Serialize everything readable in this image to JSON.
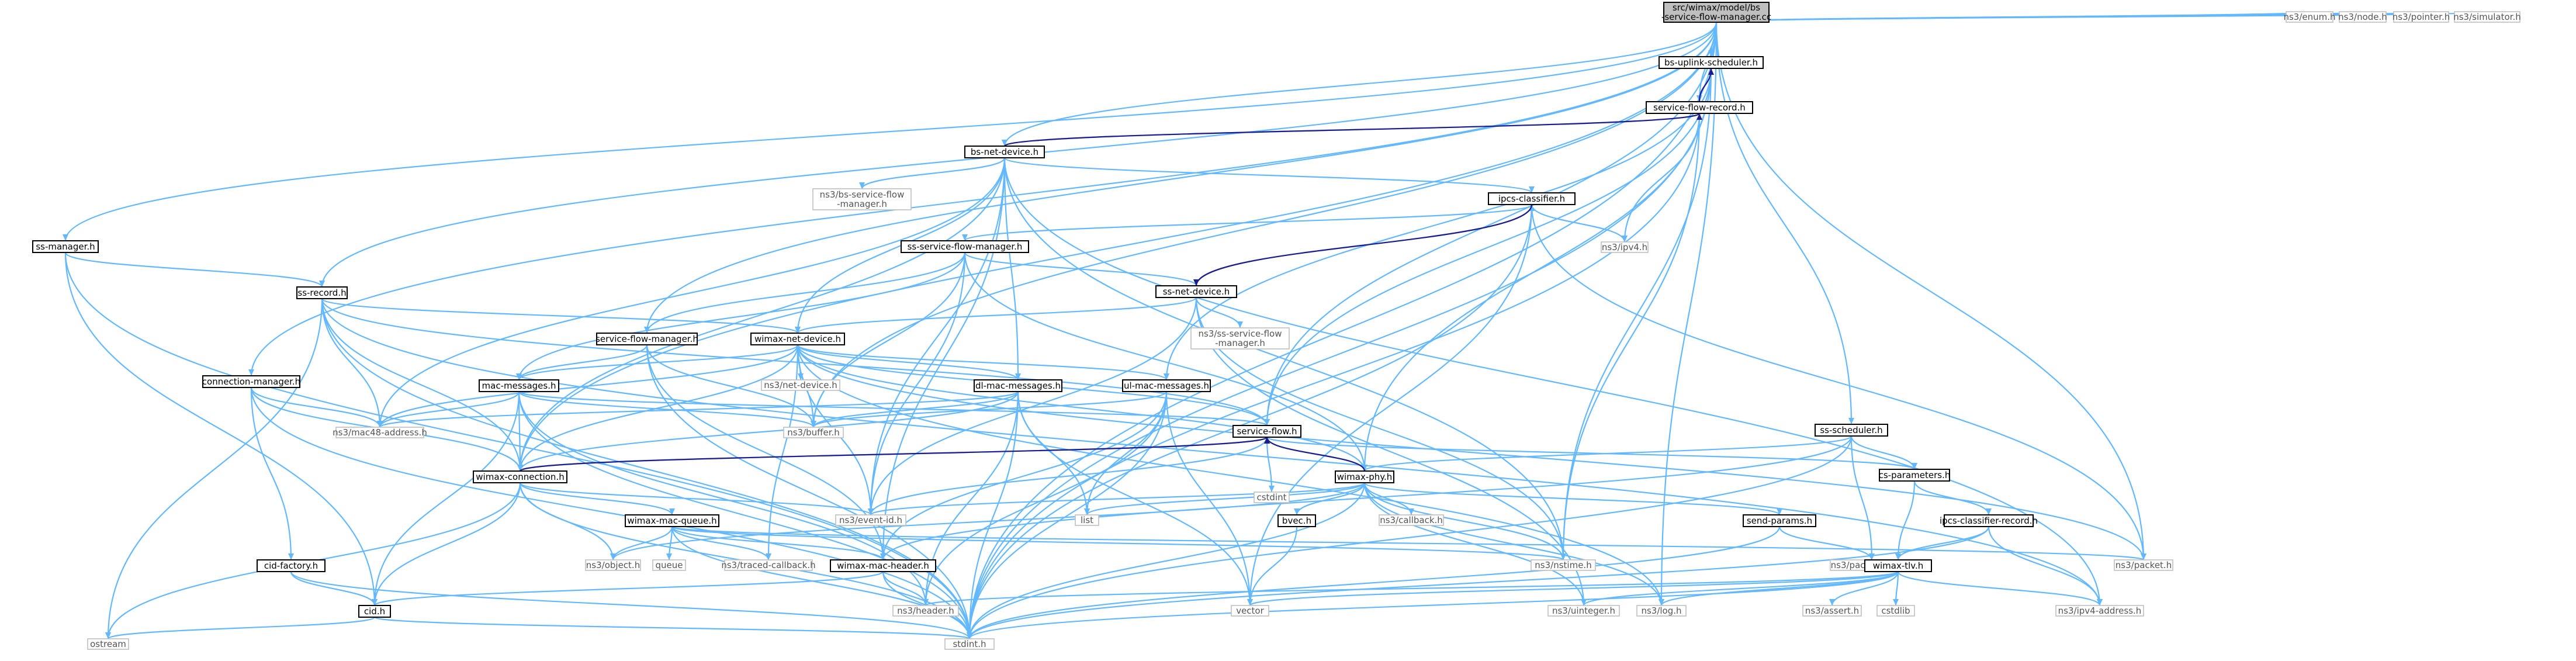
{
  "diagram": {
    "colors": {
      "edge": "#63B8FF",
      "back_edge": "#1c1c8c",
      "root_fill": "#bfbfbf",
      "node_border": "#000000",
      "external_border": "#bfbfbf"
    },
    "nodes": [
      {
        "id": "root",
        "label": [
          "src/wimax/model/bs",
          "-service-flow-manager.cc"
        ],
        "kind": "root"
      },
      {
        "id": "enum",
        "label": [
          "ns3/enum.h"
        ],
        "kind": "ext"
      },
      {
        "id": "node",
        "label": [
          "ns3/node.h"
        ],
        "kind": "ext"
      },
      {
        "id": "pointer",
        "label": [
          "ns3/pointer.h"
        ],
        "kind": "ext"
      },
      {
        "id": "simulator",
        "label": [
          "ns3/simulator.h"
        ],
        "kind": "ext"
      },
      {
        "id": "bsuplink",
        "label": [
          "bs-uplink-scheduler.h"
        ],
        "kind": "int"
      },
      {
        "id": "sfrecord",
        "label": [
          "service-flow-record.h"
        ],
        "kind": "int"
      },
      {
        "id": "bsnetdev",
        "label": [
          "bs-net-device.h"
        ],
        "kind": "int"
      },
      {
        "id": "nsbssfm",
        "label": [
          "ns3/bs-service-flow",
          "-manager.h"
        ],
        "kind": "ext"
      },
      {
        "id": "ipcs",
        "label": [
          "ipcs-classifier.h"
        ],
        "kind": "int"
      },
      {
        "id": "ssmanager",
        "label": [
          "ss-manager.h"
        ],
        "kind": "int"
      },
      {
        "id": "ssrecord",
        "label": [
          "ss-record.h"
        ],
        "kind": "int"
      },
      {
        "id": "sssfm",
        "label": [
          "ss-service-flow-manager.h"
        ],
        "kind": "int"
      },
      {
        "id": "nsipv4",
        "label": [
          "ns3/ipv4.h"
        ],
        "kind": "ext"
      },
      {
        "id": "ssnetdev",
        "label": [
          "ss-net-device.h"
        ],
        "kind": "int"
      },
      {
        "id": "nsssfm",
        "label": [
          "ns3/ss-service-flow",
          "-manager.h"
        ],
        "kind": "ext"
      },
      {
        "id": "connmgr",
        "label": [
          "connection-manager.h"
        ],
        "kind": "int"
      },
      {
        "id": "sfm",
        "label": [
          "service-flow-manager.h"
        ],
        "kind": "int"
      },
      {
        "id": "wnetdev",
        "label": [
          "wimax-net-device.h"
        ],
        "kind": "int"
      },
      {
        "id": "nsnetdev",
        "label": [
          "ns3/net-device.h"
        ],
        "kind": "ext"
      },
      {
        "id": "dlmac",
        "label": [
          "dl-mac-messages.h"
        ],
        "kind": "int"
      },
      {
        "id": "ulmac",
        "label": [
          "ul-mac-messages.h"
        ],
        "kind": "int"
      },
      {
        "id": "sssched",
        "label": [
          "ss-scheduler.h"
        ],
        "kind": "int"
      },
      {
        "id": "macmsg",
        "label": [
          "mac-messages.h"
        ],
        "kind": "int"
      },
      {
        "id": "mac48",
        "label": [
          "ns3/mac48-address.h"
        ],
        "kind": "ext"
      },
      {
        "id": "buffer",
        "label": [
          "ns3/buffer.h"
        ],
        "kind": "ext"
      },
      {
        "id": "sflow",
        "label": [
          "service-flow.h"
        ],
        "kind": "int"
      },
      {
        "id": "csparam",
        "label": [
          "cs-parameters.h"
        ],
        "kind": "int"
      },
      {
        "id": "wconn",
        "label": [
          "wimax-connection.h"
        ],
        "kind": "int"
      },
      {
        "id": "cstdint",
        "label": [
          "cstdint"
        ],
        "kind": "ext"
      },
      {
        "id": "wphy",
        "label": [
          "wimax-phy.h"
        ],
        "kind": "int"
      },
      {
        "id": "ipcsrec",
        "label": [
          "ipcs-classifier-record.h"
        ],
        "kind": "int"
      },
      {
        "id": "wqueue",
        "label": [
          "wimax-mac-queue.h"
        ],
        "kind": "int"
      },
      {
        "id": "eventid",
        "label": [
          "ns3/event-id.h"
        ],
        "kind": "ext"
      },
      {
        "id": "list",
        "label": [
          "list"
        ],
        "kind": "ext"
      },
      {
        "id": "bvec",
        "label": [
          "bvec.h"
        ],
        "kind": "int"
      },
      {
        "id": "callback",
        "label": [
          "ns3/callback.h"
        ],
        "kind": "ext"
      },
      {
        "id": "sendparam",
        "label": [
          "send-params.h"
        ],
        "kind": "int"
      },
      {
        "id": "cidfactory",
        "label": [
          "cid-factory.h"
        ],
        "kind": "int"
      },
      {
        "id": "object",
        "label": [
          "ns3/object.h"
        ],
        "kind": "ext"
      },
      {
        "id": "queue",
        "label": [
          "queue"
        ],
        "kind": "ext"
      },
      {
        "id": "traced",
        "label": [
          "ns3/traced-callback.h"
        ],
        "kind": "ext"
      },
      {
        "id": "wmachdr",
        "label": [
          "wimax-mac-header.h"
        ],
        "kind": "int"
      },
      {
        "id": "nstime",
        "label": [
          "ns3/nstime.h"
        ],
        "kind": "ext"
      },
      {
        "id": "packetburst",
        "label": [
          "ns3/packet-burst.h"
        ],
        "kind": "ext"
      },
      {
        "id": "packet",
        "label": [
          "ns3/packet.h"
        ],
        "kind": "ext"
      },
      {
        "id": "wtlv",
        "label": [
          "wimax-tlv.h"
        ],
        "kind": "int"
      },
      {
        "id": "cid",
        "label": [
          "cid.h"
        ],
        "kind": "int"
      },
      {
        "id": "header",
        "label": [
          "ns3/header.h"
        ],
        "kind": "ext"
      },
      {
        "id": "vector",
        "label": [
          "vector"
        ],
        "kind": "ext"
      },
      {
        "id": "uinteger",
        "label": [
          "ns3/uinteger.h"
        ],
        "kind": "ext"
      },
      {
        "id": "log",
        "label": [
          "ns3/log.h"
        ],
        "kind": "ext"
      },
      {
        "id": "assert",
        "label": [
          "ns3/assert.h"
        ],
        "kind": "ext"
      },
      {
        "id": "cstdlib",
        "label": [
          "cstdlib"
        ],
        "kind": "ext"
      },
      {
        "id": "ipv4addr",
        "label": [
          "ns3/ipv4-address.h"
        ],
        "kind": "ext"
      },
      {
        "id": "ostream",
        "label": [
          "ostream"
        ],
        "kind": "ext"
      },
      {
        "id": "stdint",
        "label": [
          "stdint.h"
        ],
        "kind": "ext"
      }
    ],
    "edges": [
      [
        "root",
        "enum"
      ],
      [
        "root",
        "node"
      ],
      [
        "root",
        "pointer"
      ],
      [
        "root",
        "simulator"
      ],
      [
        "root",
        "bsuplink"
      ],
      [
        "root",
        "sfrecord"
      ],
      [
        "root",
        "bsnetdev"
      ],
      [
        "root",
        "ssmanager"
      ],
      [
        "root",
        "ssrecord"
      ],
      [
        "root",
        "connmgr"
      ],
      [
        "root",
        "sfm"
      ],
      [
        "root",
        "sflow"
      ],
      [
        "root",
        "sssched"
      ],
      [
        "root",
        "packet"
      ],
      [
        "root",
        "wconn"
      ],
      [
        "root",
        "buffer"
      ],
      [
        "root",
        "log"
      ],
      [
        "root",
        "stdint"
      ],
      [
        "bsuplink",
        "sfrecord"
      ],
      [
        "bsuplink",
        "wphy"
      ],
      [
        "bsuplink",
        "sflow"
      ],
      [
        "bsuplink",
        "nstime"
      ],
      [
        "bsuplink",
        "stdint"
      ],
      [
        "bsuplink",
        "ulmac"
      ],
      [
        "sfrecord",
        "bsnetdev"
      ],
      [
        "sfrecord",
        "nsipv4"
      ],
      [
        "sfrecord",
        "nstime"
      ],
      [
        "sfrecord",
        "stdint"
      ],
      [
        "bsnetdev",
        "nsbssfm"
      ],
      [
        "bsnetdev",
        "ipcs"
      ],
      [
        "bsnetdev",
        "wnetdev"
      ],
      [
        "bsnetdev",
        "dlmac"
      ],
      [
        "bsnetdev",
        "mac48"
      ],
      [
        "bsnetdev",
        "wconn"
      ],
      [
        "bsnetdev",
        "nstime"
      ],
      [
        "bsnetdev",
        "ipv4addr"
      ],
      [
        "bsnetdev",
        "eventid"
      ],
      [
        "bsnetdev",
        "wmachdr"
      ],
      [
        "ipcs",
        "sssfm"
      ],
      [
        "ipcs",
        "nsipv4"
      ],
      [
        "ipcs",
        "packet"
      ],
      [
        "ipcs",
        "stdint"
      ],
      [
        "ipcs",
        "vector"
      ],
      [
        "ssmanager",
        "ssrecord"
      ],
      [
        "ssmanager",
        "cid"
      ],
      [
        "ssmanager",
        "stdint"
      ],
      [
        "ssrecord",
        "wnetdev"
      ],
      [
        "ssrecord",
        "mac48"
      ],
      [
        "ssrecord",
        "wconn"
      ],
      [
        "ssrecord",
        "ostream"
      ],
      [
        "ssrecord",
        "sflow"
      ],
      [
        "ssrecord",
        "ipv4addr"
      ],
      [
        "ssrecord",
        "stdint"
      ],
      [
        "sssfm",
        "macmsg"
      ],
      [
        "sssfm",
        "ssnetdev"
      ],
      [
        "sssfm",
        "sfm"
      ],
      [
        "sssfm",
        "buffer"
      ],
      [
        "sssfm",
        "eventid"
      ],
      [
        "sssfm",
        "wphy"
      ],
      [
        "ssnetdev",
        "nsssfm"
      ],
      [
        "ssnetdev",
        "ipcs"
      ],
      [
        "ssnetdev",
        "wnetdev"
      ],
      [
        "ssnetdev",
        "nstime"
      ],
      [
        "ssnetdev",
        "uinteger"
      ],
      [
        "ssnetdev",
        "eventid"
      ],
      [
        "connmgr",
        "wconn"
      ],
      [
        "connmgr",
        "cidfactory"
      ],
      [
        "connmgr",
        "mac48"
      ],
      [
        "connmgr",
        "stdint"
      ],
      [
        "sfm",
        "macmsg"
      ],
      [
        "sfm",
        "buffer"
      ],
      [
        "sfm",
        "wmachdr"
      ],
      [
        "sfm",
        "stdint"
      ],
      [
        "wnetdev",
        "nsnetdev"
      ],
      [
        "wnetdev",
        "dlmac"
      ],
      [
        "wnetdev",
        "ulmac"
      ],
      [
        "wnetdev",
        "macmsg"
      ],
      [
        "wnetdev",
        "wconn"
      ],
      [
        "wnetdev",
        "mac48"
      ],
      [
        "wnetdev",
        "buffer"
      ],
      [
        "wnetdev",
        "eventid"
      ],
      [
        "wnetdev",
        "wphy"
      ],
      [
        "wnetdev",
        "sflow"
      ],
      [
        "wnetdev",
        "traced"
      ],
      [
        "wnetdev",
        "log"
      ],
      [
        "wnetdev",
        "packet"
      ],
      [
        "dlmac",
        "buffer"
      ],
      [
        "dlmac",
        "header"
      ],
      [
        "dlmac",
        "list"
      ],
      [
        "dlmac",
        "vector"
      ],
      [
        "dlmac",
        "stdint"
      ],
      [
        "dlmac",
        "wconn"
      ],
      [
        "dlmac",
        "mac48"
      ],
      [
        "ulmac",
        "buffer"
      ],
      [
        "ulmac",
        "header"
      ],
      [
        "ulmac",
        "list"
      ],
      [
        "ulmac",
        "vector"
      ],
      [
        "ulmac",
        "stdint"
      ],
      [
        "ulmac",
        "wmachdr"
      ],
      [
        "sssched",
        "wphy"
      ],
      [
        "sssched",
        "packetburst"
      ],
      [
        "sssched",
        "csparam"
      ],
      [
        "sssched",
        "stdint"
      ],
      [
        "sssched",
        "wmachdr"
      ],
      [
        "macmsg",
        "mac48"
      ],
      [
        "macmsg",
        "buffer"
      ],
      [
        "macmsg",
        "sflow"
      ],
      [
        "macmsg",
        "cid"
      ],
      [
        "macmsg",
        "header"
      ],
      [
        "macmsg",
        "wconn"
      ],
      [
        "macmsg",
        "stdint"
      ],
      [
        "sflow",
        "wphy"
      ],
      [
        "sflow",
        "cstdint"
      ],
      [
        "sflow",
        "csparam"
      ],
      [
        "sflow",
        "wconn"
      ],
      [
        "sflow",
        "eventid"
      ],
      [
        "csparam",
        "ipcsrec"
      ],
      [
        "csparam",
        "wtlv"
      ],
      [
        "wconn",
        "wqueue"
      ],
      [
        "wconn",
        "cid"
      ],
      [
        "wconn",
        "object"
      ],
      [
        "wconn",
        "stdint"
      ],
      [
        "wconn",
        "ostream"
      ],
      [
        "wconn",
        "eventid"
      ],
      [
        "wphy",
        "list"
      ],
      [
        "wphy",
        "bvec"
      ],
      [
        "wphy",
        "callback"
      ],
      [
        "wphy",
        "sendparam"
      ],
      [
        "wphy",
        "nstime"
      ],
      [
        "wphy",
        "eventid"
      ],
      [
        "wphy",
        "object"
      ],
      [
        "wphy",
        "stdint"
      ],
      [
        "wphy",
        "log"
      ],
      [
        "wphy",
        "uinteger"
      ],
      [
        "ipcsrec",
        "wtlv"
      ],
      [
        "ipcsrec",
        "ipv4addr"
      ],
      [
        "ipcsrec",
        "stdint"
      ],
      [
        "wqueue",
        "object"
      ],
      [
        "wqueue",
        "queue"
      ],
      [
        "wqueue",
        "traced"
      ],
      [
        "wqueue",
        "wmachdr"
      ],
      [
        "wqueue",
        "nstime"
      ],
      [
        "wqueue",
        "packet"
      ],
      [
        "wqueue",
        "stdint"
      ],
      [
        "bvec",
        "vector"
      ],
      [
        "sendparam",
        "packetburst"
      ],
      [
        "sendparam",
        "stdint"
      ],
      [
        "cidfactory",
        "cid"
      ],
      [
        "cidfactory",
        "stdint"
      ],
      [
        "wmachdr",
        "header"
      ],
      [
        "wmachdr",
        "cid"
      ],
      [
        "wmachdr",
        "stdint"
      ],
      [
        "wtlv",
        "header"
      ],
      [
        "wtlv",
        "vector"
      ],
      [
        "wtlv",
        "uinteger"
      ],
      [
        "wtlv",
        "log"
      ],
      [
        "wtlv",
        "assert"
      ],
      [
        "wtlv",
        "cstdlib"
      ],
      [
        "wtlv",
        "ipv4addr"
      ],
      [
        "wtlv",
        "stdint"
      ],
      [
        "cid",
        "stdint"
      ],
      [
        "cid",
        "ostream"
      ]
    ],
    "back_edges": [
      [
        "sfrecord",
        "bsuplink"
      ],
      [
        "bsnetdev",
        "sfrecord"
      ],
      [
        "ipcs",
        "ssnetdev"
      ],
      [
        "wconn",
        "sflow"
      ],
      [
        "wphy",
        "sflow"
      ]
    ]
  }
}
